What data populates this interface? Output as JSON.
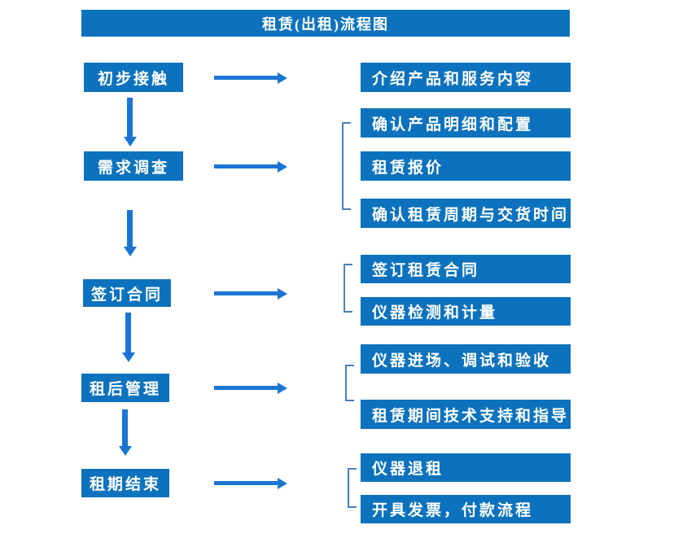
{
  "title": "租赁(出租)流程图",
  "colors": {
    "box_blue": "#0d72bd",
    "arrow_blue": "#1b75d3",
    "bracket_blue": "#4a7ebb",
    "text_white": "#ffffff"
  },
  "steps": [
    {
      "label": "初步接触"
    },
    {
      "label": "需求调查"
    },
    {
      "label": "签订合同"
    },
    {
      "label": "租后管理"
    },
    {
      "label": "租期结束"
    }
  ],
  "details": [
    {
      "label": "介绍产品和服务内容"
    },
    {
      "label": "确认产品明细和配置"
    },
    {
      "label": "租赁报价"
    },
    {
      "label": "确认租赁周期与交货时间"
    },
    {
      "label": "签订租赁合同"
    },
    {
      "label": "仪器检测和计量"
    },
    {
      "label": "仪器进场、调试和验收"
    },
    {
      "label": "租赁期间技术支持和指导"
    },
    {
      "label": "仪器退租"
    },
    {
      "label": "开具发票，付款流程"
    }
  ]
}
